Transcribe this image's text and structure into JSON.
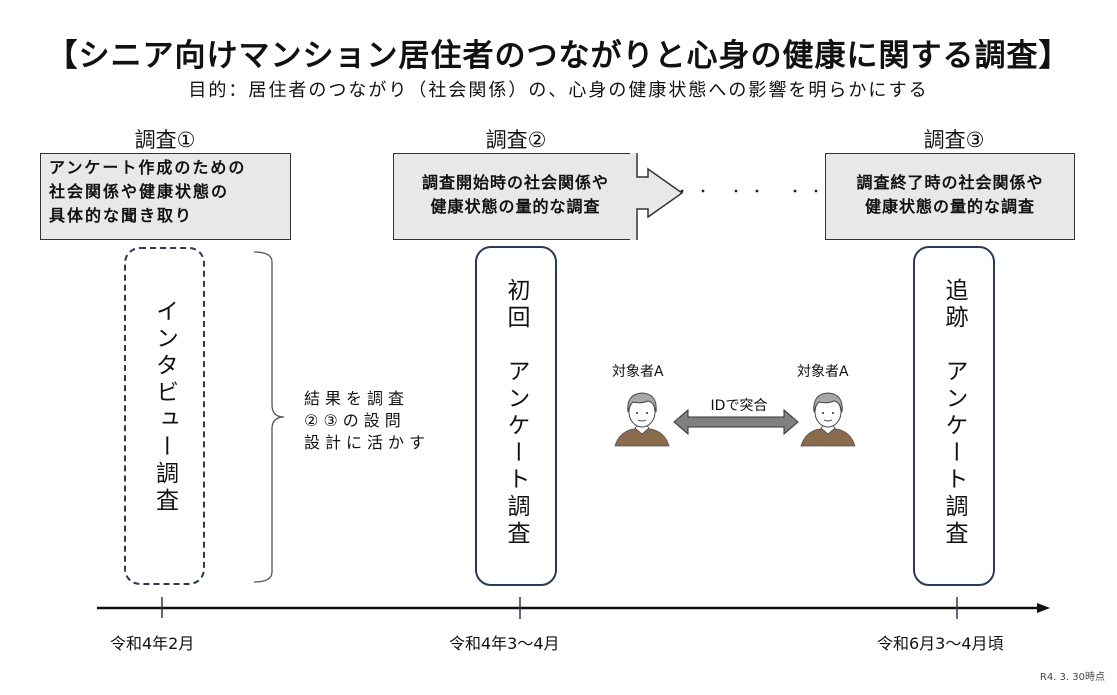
{
  "title": "【シニア向けマンション居住者のつながりと心身の健康に関する調査】",
  "subtitle": "目的：居住者のつながり（社会関係）の、心身の健康状態への影響を明らかにする",
  "stages": [
    {
      "label": "調査①",
      "description": [
        "アンケート作成のための",
        "社会関係や健康状態の",
        "具体的な聞き取り"
      ],
      "method": "インタビュー調査",
      "date": "令和4年2月",
      "border_style": "dashed"
    },
    {
      "label": "調査②",
      "description": [
        "調査開始時の社会関係や",
        "健康状態の量的な調査"
      ],
      "method": "初回　アンケート調査",
      "date": "令和4年3～4月",
      "border_style": "solid"
    },
    {
      "label": "調査③",
      "description": [
        "調査終了時の社会関係や",
        "健康状態の量的な調査"
      ],
      "method": "追跡　アンケート調査",
      "date": "令和6月3～4月頃",
      "border_style": "solid"
    }
  ],
  "note": [
    "結果を調査",
    "②③の設問",
    "設計に活かす"
  ],
  "linkage": {
    "person_left": "対象者A",
    "person_right": "対象者A",
    "label": "IDで突合"
  },
  "footnote": "R4. 3. 30時点",
  "colors": {
    "box_fill": "#e8e8e8",
    "pill_border": "#2b3a55",
    "arrow_fill": "#808080",
    "sweater": "#8b6b4e",
    "hair": "#a8a8a8"
  }
}
